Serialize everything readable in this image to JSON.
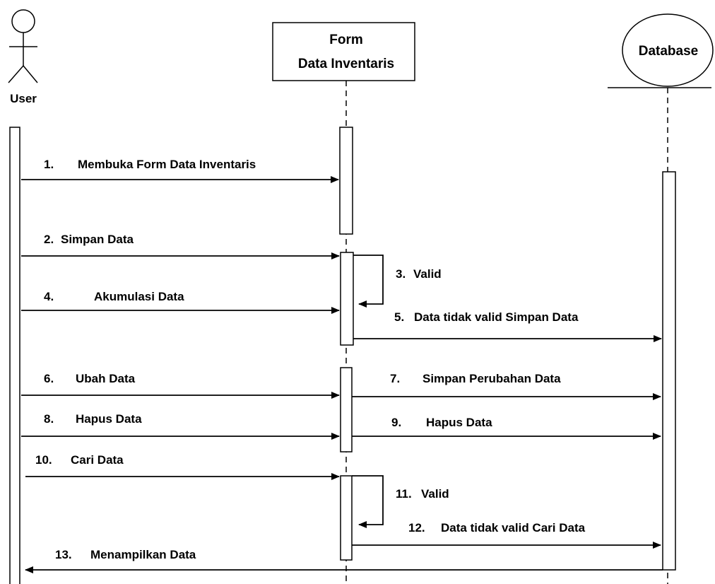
{
  "participants": {
    "user": "User",
    "form_line1": "Form",
    "form_line2": "Data Inventaris",
    "database": "Database"
  },
  "messages": [
    {
      "num": "1.",
      "text": "Membuka Form Data Inventaris"
    },
    {
      "num": "2.",
      "text": "Simpan Data"
    },
    {
      "num": "3.",
      "text": "Valid"
    },
    {
      "num": "4.",
      "text": "Akumulasi Data"
    },
    {
      "num": "5.",
      "text": "Data tidak valid Simpan Data"
    },
    {
      "num": "6.",
      "text": "Ubah Data"
    },
    {
      "num": "7.",
      "text": "Simpan Perubahan Data"
    },
    {
      "num": "8.",
      "text": "Hapus Data"
    },
    {
      "num": "9.",
      "text": "Hapus Data"
    },
    {
      "num": "10.",
      "text": "Cari Data"
    },
    {
      "num": "11.",
      "text": "Valid"
    },
    {
      "num": "12.",
      "text": "Data tidak valid Cari Data"
    },
    {
      "num": "13.",
      "text": "Menampilkan Data"
    }
  ]
}
